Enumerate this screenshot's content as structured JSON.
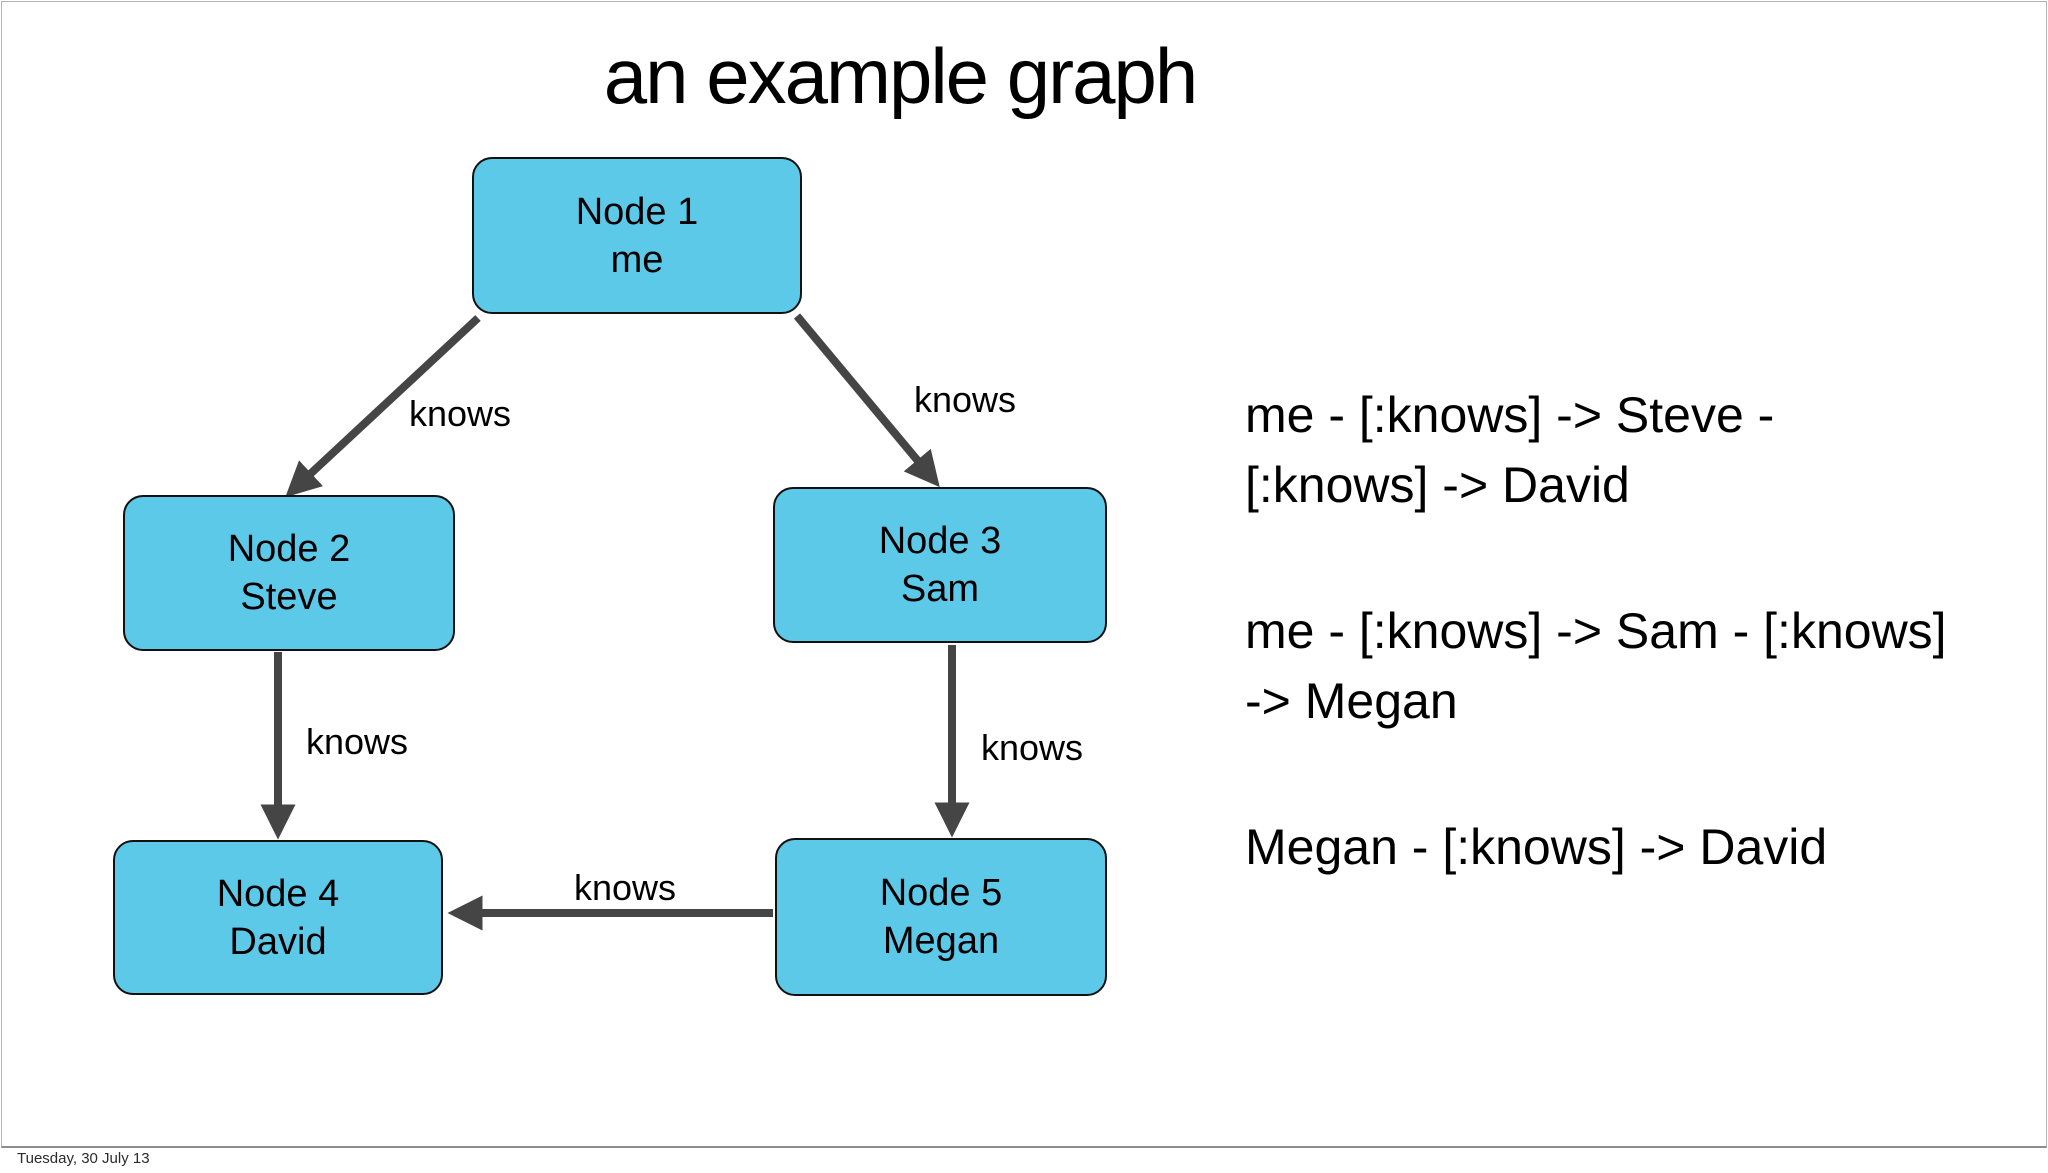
{
  "slide": {
    "title": "an example graph",
    "footer_date": "Tuesday, 30 July 13",
    "background_color": "#ffffff"
  },
  "graph": {
    "node_fill_color": "#5cc9e9",
    "node_border_color": "#111111",
    "arrow_color": "#454545",
    "nodes": [
      {
        "id": "node1",
        "label": "Node 1",
        "person": "me"
      },
      {
        "id": "node2",
        "label": "Node 2",
        "person": "Steve"
      },
      {
        "id": "node3",
        "label": "Node 3",
        "person": "Sam"
      },
      {
        "id": "node4",
        "label": "Node 4",
        "person": "David"
      },
      {
        "id": "node5",
        "label": "Node 5",
        "person": "Megan"
      }
    ],
    "edges": [
      {
        "from": "node1",
        "to": "node2",
        "label": "knows"
      },
      {
        "from": "node1",
        "to": "node3",
        "label": "knows"
      },
      {
        "from": "node2",
        "to": "node4",
        "label": "knows"
      },
      {
        "from": "node3",
        "to": "node5",
        "label": "knows"
      },
      {
        "from": "node5",
        "to": "node4",
        "label": "knows"
      }
    ]
  },
  "annotations": {
    "paths": [
      "me - [:knows] -> Steve - [:knows] -> David",
      "me - [:knows] -> Sam - [:knows] -> Megan",
      "Megan - [:knows] -> David"
    ]
  }
}
